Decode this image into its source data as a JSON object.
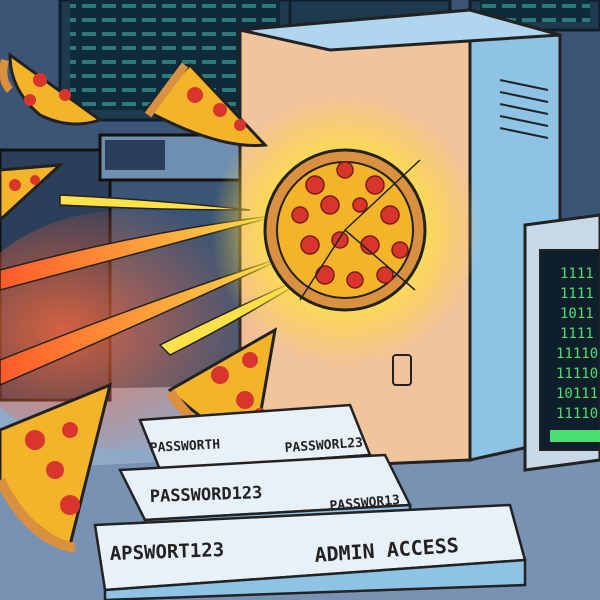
{
  "scene": {
    "description_visible_text": {
      "box_top_left": "PASSWORTH",
      "box_top_right": "PASSWORL23",
      "box_mid_left": "PASSWORD123",
      "box_mid_right": "PASSWOR13",
      "box_bottom_left": "APSWORT123",
      "box_bottom_right": "ADMIN ACCESS"
    },
    "monitor_text_lines": [
      "1111",
      "1111",
      "1011",
      "1111",
      "11110",
      "11110",
      "10111",
      "11110"
    ],
    "colors": {
      "sky_blue": "#8fc3e6",
      "server_peach": "#f2c49b",
      "pizza_crust": "#d9913f",
      "pizza_cheese": "#f4b42a",
      "pepperoni": "#d8362d",
      "monitor_green": "#49e070",
      "glow": "#ffe14a"
    }
  }
}
